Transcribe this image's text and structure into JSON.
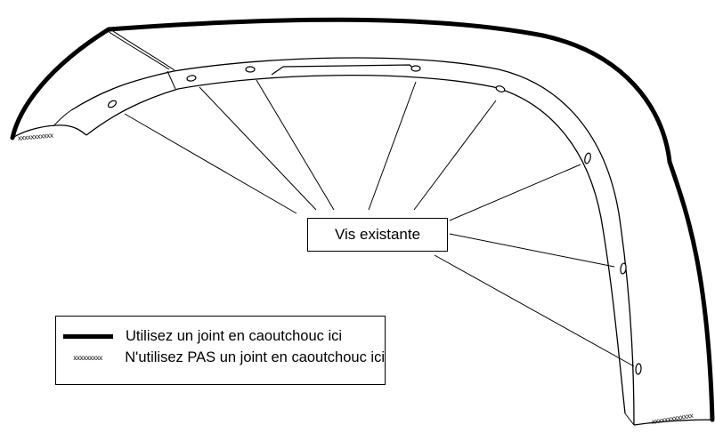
{
  "callout": {
    "label": "Vis existante"
  },
  "legend": {
    "items": [
      {
        "symbol": "thick-line",
        "label": "Utilisez un joint en caoutchouc ici"
      },
      {
        "symbol": "xxxxxxxxx",
        "label": "N'utilisez PAS un joint en caoutchouc ici"
      }
    ]
  },
  "edge_marks": {
    "left": "xxxxxxxxxxx",
    "right": "xxxxxxxxxxxxx"
  },
  "colors": {
    "line": "#000000",
    "background": "#ffffff"
  }
}
